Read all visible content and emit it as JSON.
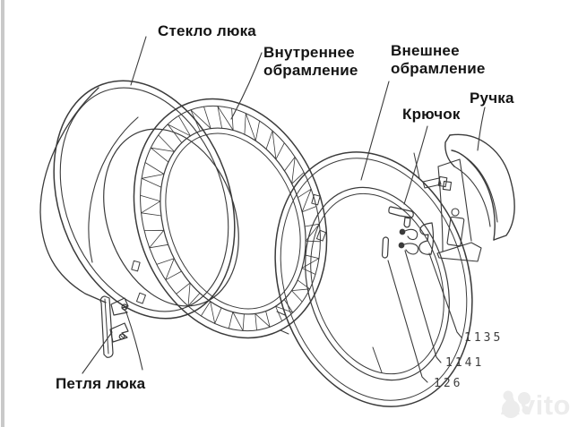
{
  "diagram": {
    "title_labels": {
      "glass": "Стекло люка",
      "inner_frame": [
        "Внутреннее",
        "обрамление"
      ],
      "outer_frame": [
        "Внешнее",
        "обрамление"
      ],
      "hook": "Крючок",
      "handle": "Ручка",
      "hinge": "Петля люка"
    },
    "part_numbers": [
      "1135",
      "1141",
      "126"
    ],
    "watermark": "Avito",
    "colors": {
      "line": "#3b3b3b",
      "label_text": "#141414",
      "part_number_text": "#3f3f3f",
      "watermark_gray": "#ececec",
      "scan_edge": "#c9c9c9",
      "background": "#ffffff"
    }
  }
}
